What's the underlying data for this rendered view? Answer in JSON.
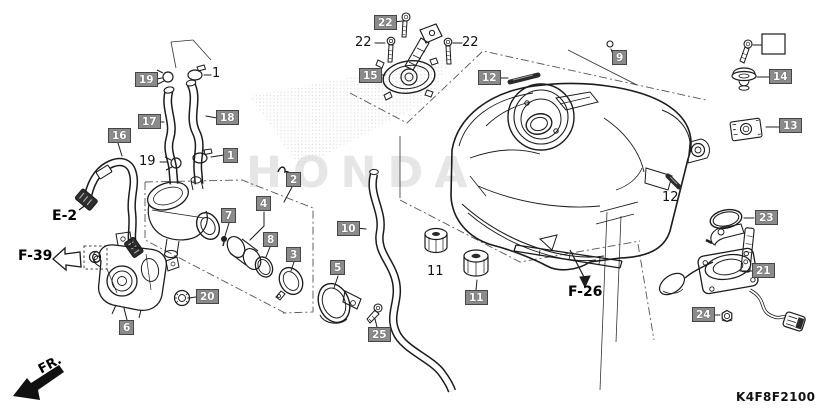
{
  "diagram": {
    "part_code": "K4F8F2100",
    "watermark": "HONDA",
    "direction_label": "FR.",
    "refs": {
      "engine": "E-2",
      "front_cover_group": "F-39",
      "tank_group": "F-26"
    }
  },
  "callouts_boxed": [
    {
      "text": "19"
    },
    {
      "text": "17"
    },
    {
      "text": "18"
    },
    {
      "text": "16"
    },
    {
      "text": "1"
    },
    {
      "text": "2"
    },
    {
      "text": "4"
    },
    {
      "text": "7"
    },
    {
      "text": "8"
    },
    {
      "text": "3"
    },
    {
      "text": "10"
    },
    {
      "text": "5"
    },
    {
      "text": "20"
    },
    {
      "text": "6"
    },
    {
      "text": "25"
    },
    {
      "text": "22"
    },
    {
      "text": "15"
    },
    {
      "text": "12"
    },
    {
      "text": "9"
    },
    {
      "text": "14"
    },
    {
      "text": "13"
    },
    {
      "text": "23"
    },
    {
      "text": "21"
    },
    {
      "text": "24"
    },
    {
      "text": "11"
    }
  ],
  "callouts_plain": [
    {
      "text": "1"
    },
    {
      "text": "19"
    },
    {
      "text": "22"
    },
    {
      "text": "22"
    },
    {
      "text": "12"
    },
    {
      "text": "11"
    }
  ],
  "colors": {
    "label-bg": "#8b8b8b",
    "label-border": "#454545",
    "label-text": "#ffffff",
    "line": "#1c1c1c",
    "background": "#ffffff",
    "watermark": "#cfcfcf"
  }
}
